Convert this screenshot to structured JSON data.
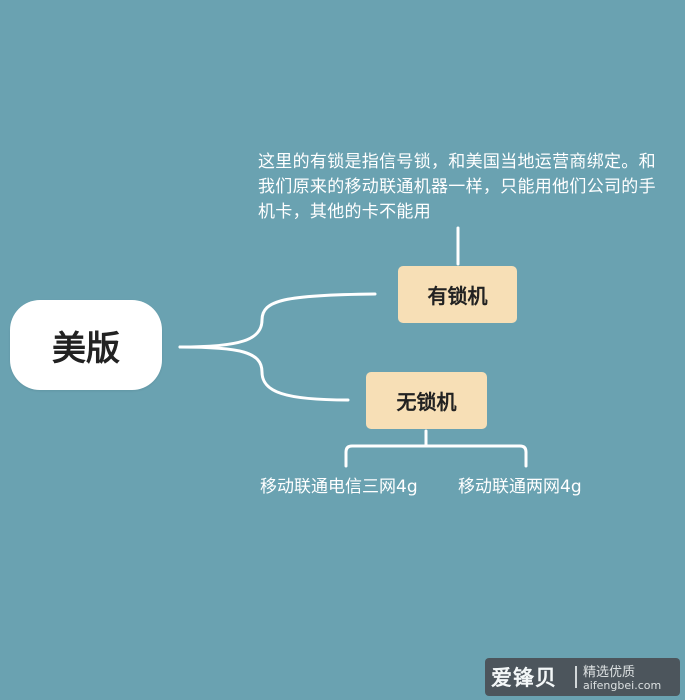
{
  "diagram": {
    "root": {
      "label": "美版"
    },
    "branches": [
      {
        "label": "有锁机",
        "note": "这里的有锁是指信号锁，和美国当地运营商绑定。和我们原来的移动联通机器一样，只能用他们公司的手机卡，其他的卡不能用"
      },
      {
        "label": "无锁机",
        "children": [
          {
            "label": "移动联通电信三网4g"
          },
          {
            "label": "移动联通两网4g"
          }
        ]
      }
    ]
  },
  "watermark": {
    "brand": "爱锋贝",
    "tagline": "精选优质",
    "domain": "aifengbei.com"
  },
  "colors": {
    "background": "#6aa2b1",
    "connector": "#ffffff",
    "root_fill": "#ffffff",
    "branch_fill": "#f7dfb6",
    "text_dark": "#222222",
    "text_light": "#ffffff"
  }
}
